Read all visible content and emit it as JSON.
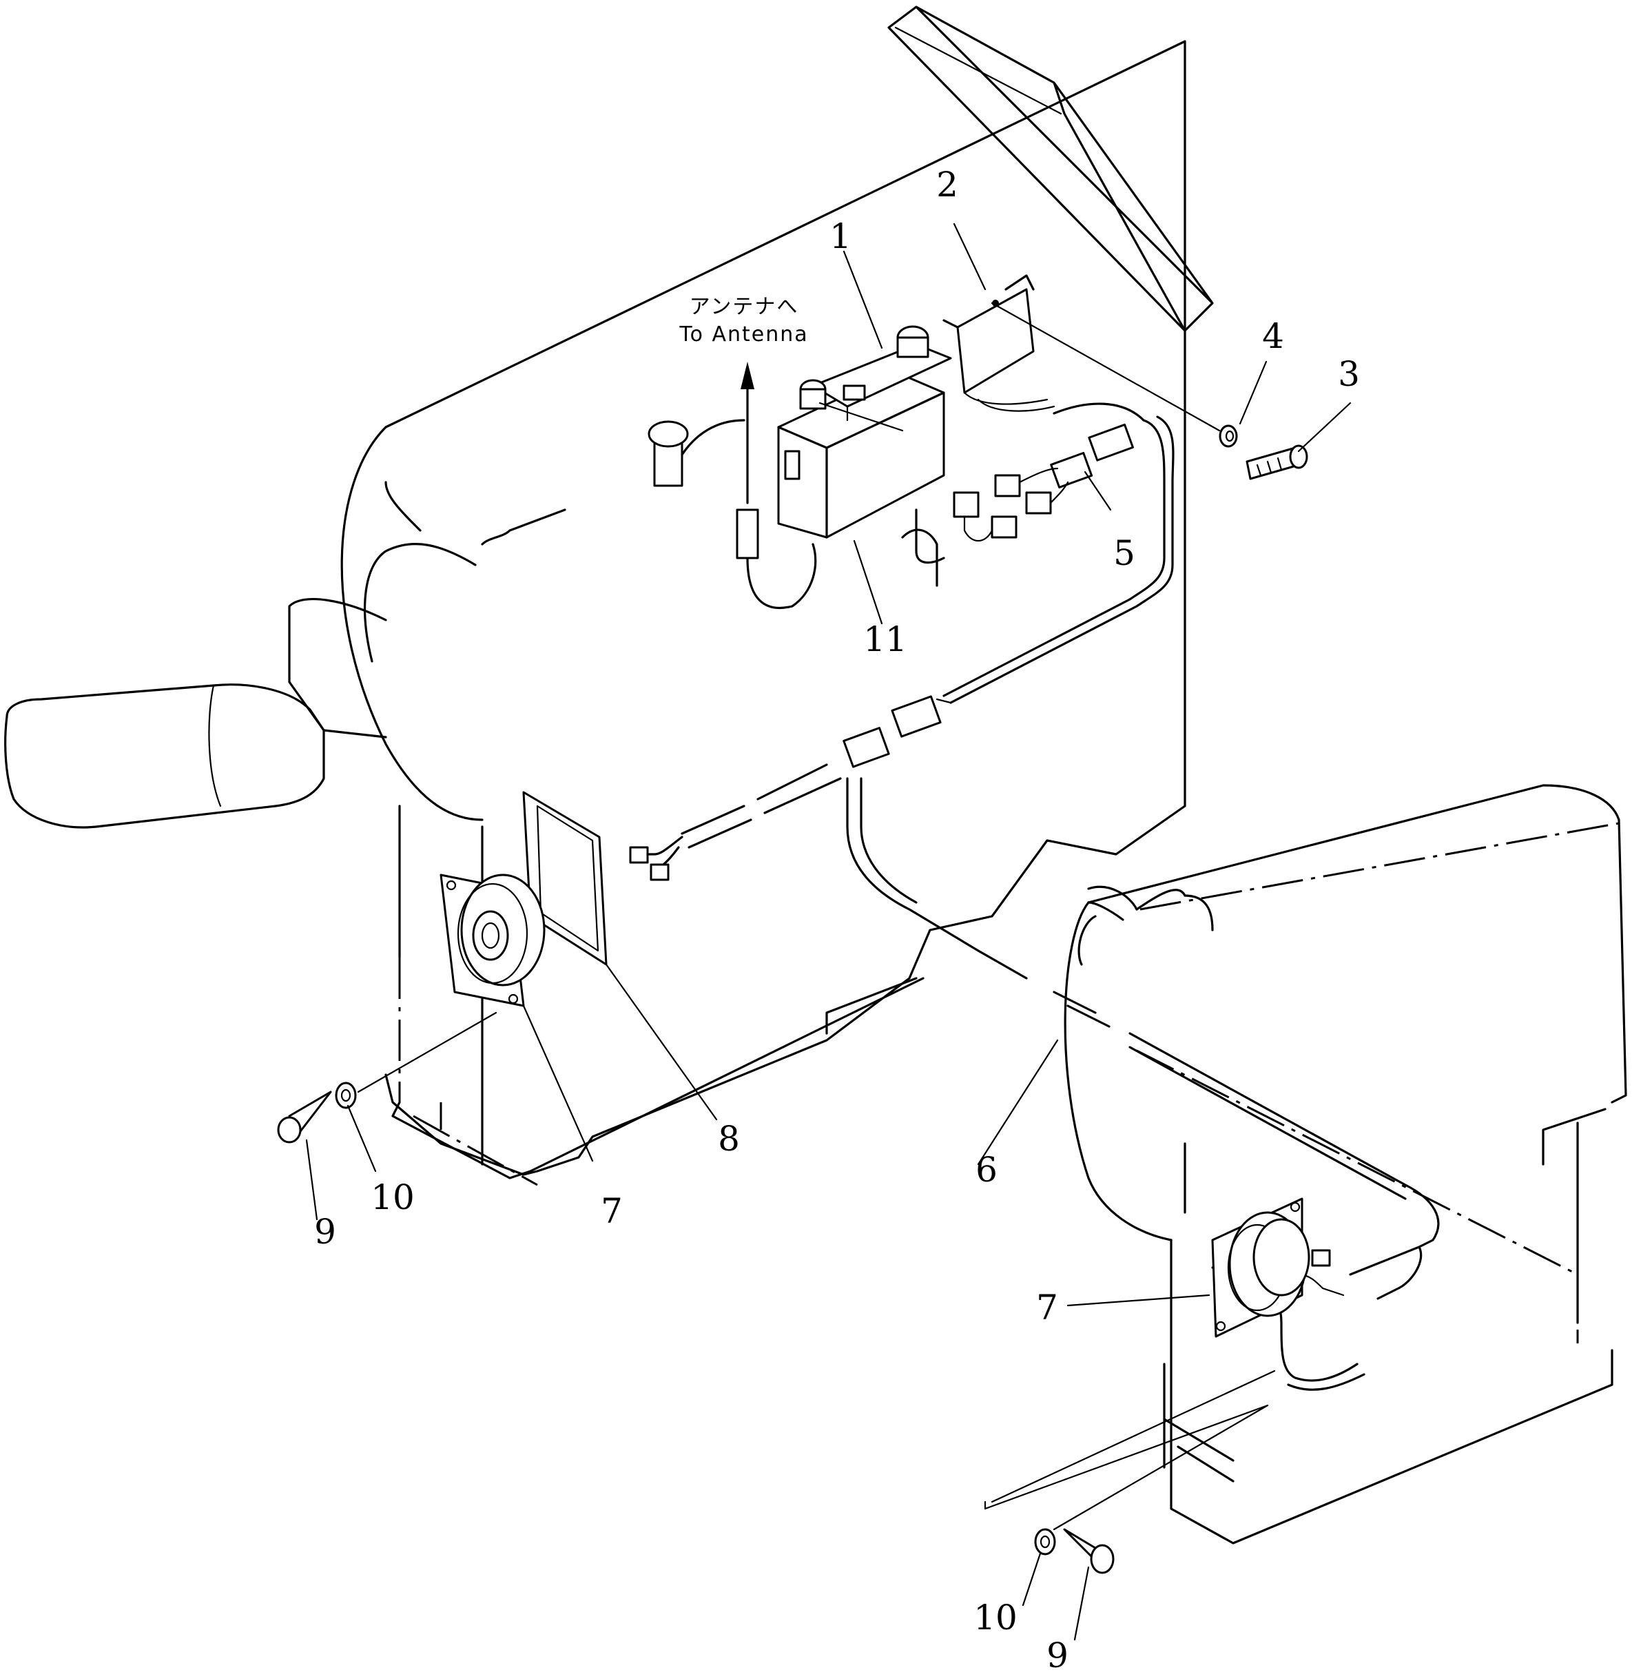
{
  "annotation": {
    "antenna_jp": "アンテナへ",
    "antenna_en": "To Antenna"
  },
  "callouts": {
    "c1": "1",
    "c2": "2",
    "c3": "3",
    "c4": "4",
    "c5": "5",
    "c6": "6",
    "c7a": "7",
    "c7b": "7",
    "c8": "8",
    "c9a": "9",
    "c9b": "9",
    "c10a": "10",
    "c10b": "10",
    "c11": "11"
  }
}
